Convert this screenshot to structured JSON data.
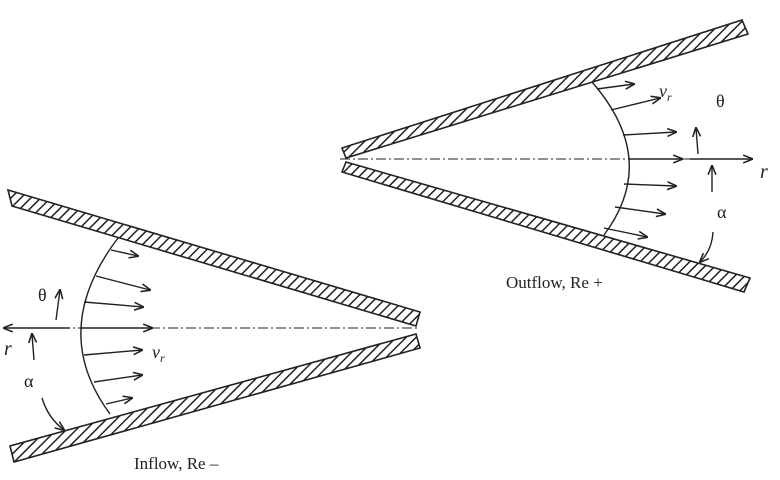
{
  "figure": {
    "outflow": {
      "caption": "Outflow, Re +",
      "theta_label": "θ",
      "alpha_label": "α",
      "r_label": "r",
      "velocity_label_v": "v",
      "velocity_label_sub": "r"
    },
    "inflow": {
      "caption": "Inflow, Re –",
      "theta_label": "θ",
      "alpha_label": "α",
      "r_label": "r",
      "velocity_label_v": "v",
      "velocity_label_sub": "r"
    },
    "colors": {
      "ink": "#222222",
      "background": "#ffffff"
    }
  }
}
